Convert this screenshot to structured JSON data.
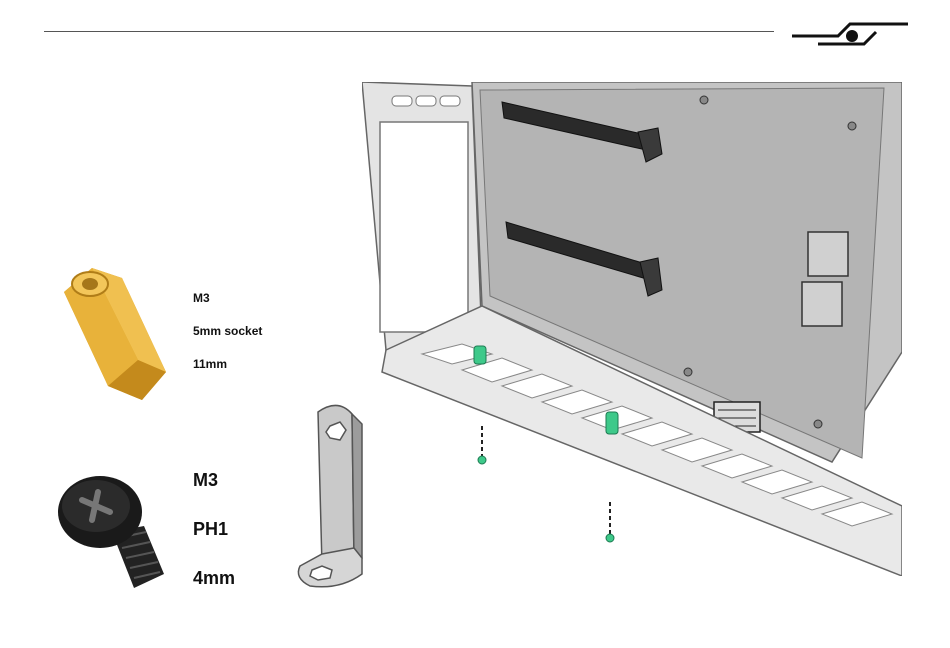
{
  "standoff": {
    "icon": "brass-hex-standoff",
    "thread": "M3",
    "socket": "5mm socket",
    "length": "11mm",
    "color": "#e8b23a"
  },
  "screw": {
    "icon": "black-phillips-screw",
    "thread": "M3",
    "drive": "PH1",
    "length": "4mm",
    "color": "#1a1a1a"
  },
  "bracket": {
    "icon": "l-bracket-with-hex-holes"
  },
  "assembly": {
    "icon": "case-motherboard-tray",
    "highlight_color": "#3ec98a"
  }
}
